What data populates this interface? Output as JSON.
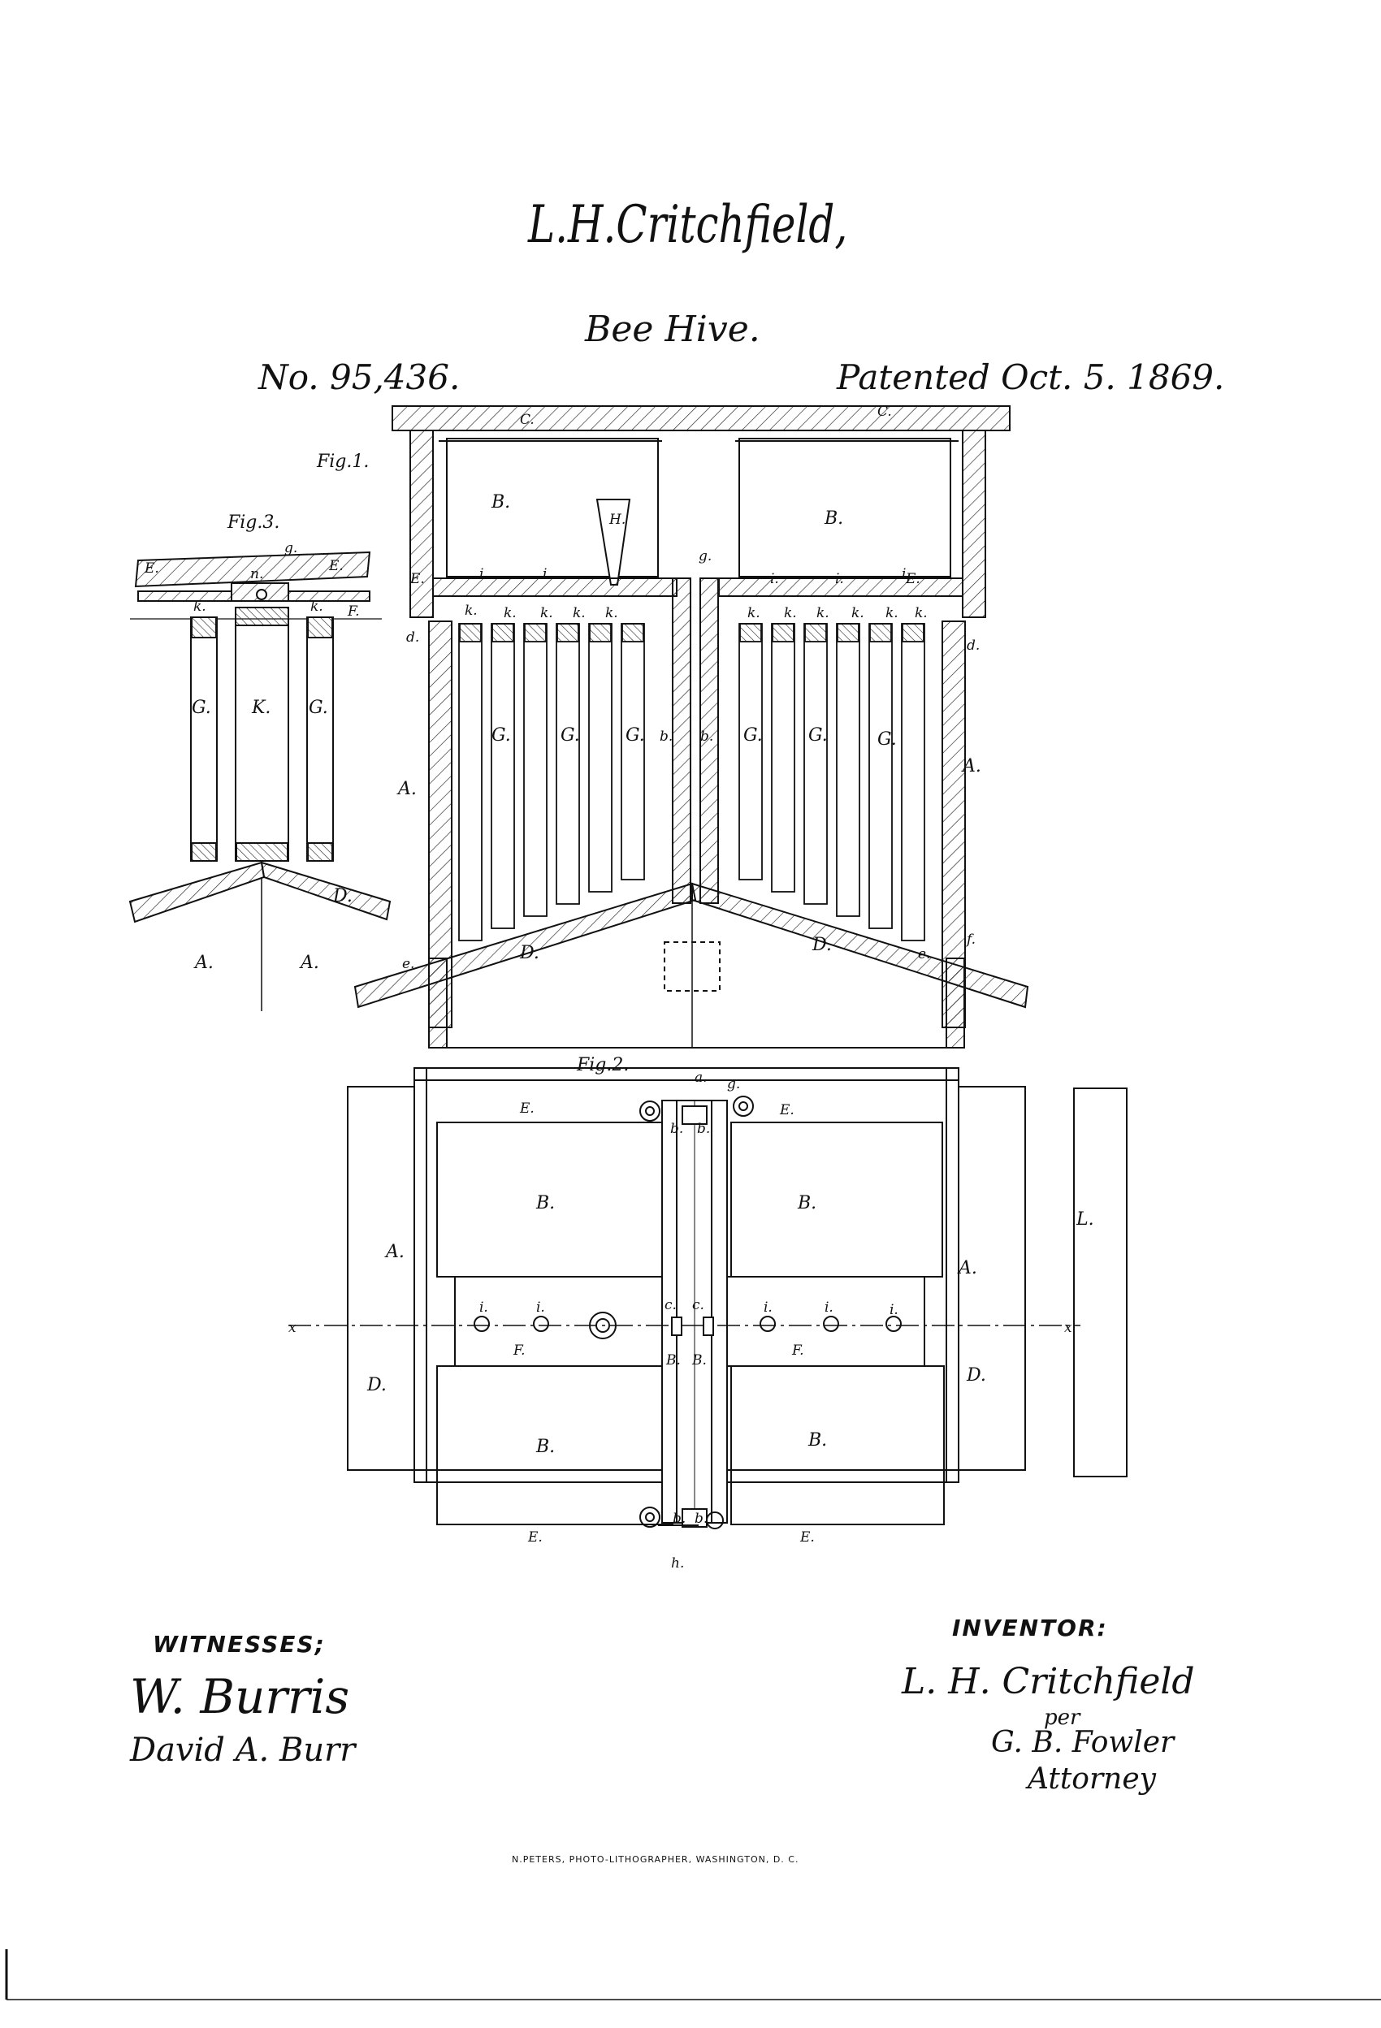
{
  "header": {
    "inventor_name": "L.H.Critchfield,",
    "title": "Bee Hive.",
    "patent_number": "No. 95,436.",
    "patent_date": "Patented Oct. 5. 1869."
  },
  "figures": {
    "fig1": "Fig.1.",
    "fig2": "Fig.2.",
    "fig3": "Fig.3."
  },
  "labels": {
    "A": "A.",
    "B": "B.",
    "C": "C.",
    "D": "D.",
    "E": "E.",
    "F": "F.",
    "G": "G.",
    "H": "H.",
    "K": "K.",
    "L": "L.",
    "a": "a.",
    "b": "b.",
    "c": "c.",
    "d": "d.",
    "e": "e.",
    "f": "f.",
    "g": "g.",
    "h": "h.",
    "i": "i.",
    "k": "k.",
    "n": "n.",
    "x": "x"
  },
  "witnesses": {
    "caption": "WITNESSES;",
    "names": [
      "W. Burris",
      "David A. Burr"
    ]
  },
  "inventor": {
    "caption": "INVENTOR:",
    "signature": "L. H. Critchfield",
    "per": "per",
    "attorney_name": "G. B. Fowler",
    "attorney_title": "Attorney"
  },
  "footer": "N.PETERS, PHOTO-LITHOGRAPHER, WASHINGTON, D. C."
}
